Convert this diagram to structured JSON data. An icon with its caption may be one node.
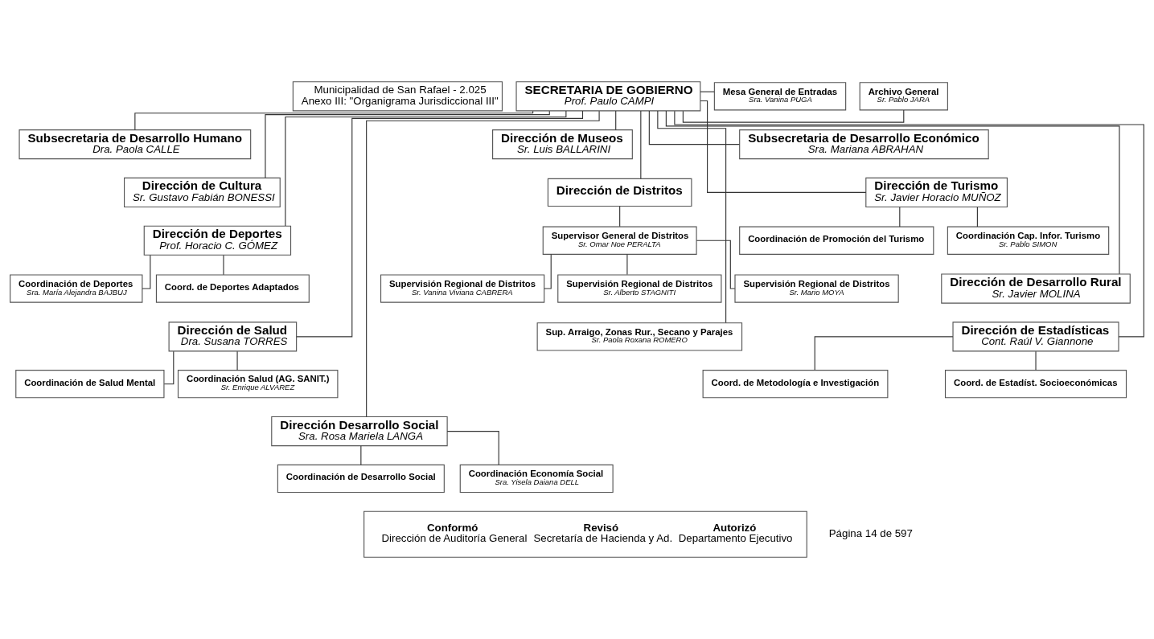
{
  "diagram": {
    "nodes": [
      {
        "text": [
          "Municipalidad de San Rafael - 2.025",
          "Anexo III: \"Organigrama Jurisdiccional III\""
        ]
      },
      {
        "text": [
          "SECRETARIA DE GOBIERNO",
          "Prof. Paulo CAMPI"
        ]
      },
      {
        "text": [
          "Mesa General de Entradas",
          "Sra. Vanina PUGA"
        ]
      },
      {
        "text": [
          "Archivo General",
          "Sr. Pablo JARA"
        ]
      },
      {
        "text": [
          "Subsecretaria de Desarrollo Humano",
          "Dra. Paola CALLE"
        ]
      },
      {
        "text": [
          "Dirección de Cultura",
          "Sr. Gustavo Fabián BONESSI"
        ]
      },
      {
        "text": [
          "Dirección de Deportes",
          "Prof. Horacio C. GÓMEZ"
        ]
      },
      {
        "text": [
          "Coordinación de Deportes",
          "Sra. María Alejandra BAJBUJ"
        ]
      },
      {
        "text": [
          "Coord. de Deportes Adaptados"
        ]
      },
      {
        "text": [
          "Dirección de Salud",
          "Dra. Susana TORRES"
        ]
      },
      {
        "text": [
          "Coordinación de Salud Mental"
        ]
      },
      {
        "text": [
          "Coordinación Salud (AG. SANIT.)",
          "Sr. Enrique ALVAREZ"
        ]
      },
      {
        "text": [
          "Dirección Desarrollo Social",
          "Sra. Rosa Mariela LANGA"
        ]
      },
      {
        "text": [
          "Coordinación de Desarrollo Social"
        ]
      },
      {
        "text": [
          "Coordinación Economía Social",
          "Sra. Yisela Daiana DELL"
        ]
      },
      {
        "text": [
          "Dirección de Museos",
          "Sr. Luis BALLARINI"
        ]
      },
      {
        "text": [
          "Dirección de Distritos"
        ]
      },
      {
        "text": [
          "Supervisor General de Distritos",
          "Sr. Omar Noe PERALTA"
        ]
      },
      {
        "text": [
          "Supervisión Regional de Distritos",
          "Sr. Vanina Viviana CABRERA"
        ]
      },
      {
        "text": [
          "Supervisión Regional de Distritos",
          "Sr. Alberto STAGNITI"
        ]
      },
      {
        "text": [
          "Supervisión Regional de Distritos",
          "Sr. Mario MOYA"
        ]
      },
      {
        "text": [
          "Sup. Arraigo, Zonas Rur., Secano y Parajes",
          "Sr. Paola Roxana ROMERO"
        ]
      },
      {
        "text": [
          "Subsecretaria de Desarrollo Económico",
          "Sra. Mariana ABRAHAN"
        ]
      },
      {
        "text": [
          "Dirección de Turismo",
          "Sr. Javier Horacio MUÑOZ"
        ]
      },
      {
        "text": [
          "Coordinación de Promoción del Turismo"
        ]
      },
      {
        "text": [
          "Coordinación Cap. Infor. Turismo",
          "Sr. Pablo SIMON"
        ]
      },
      {
        "text": [
          "Dirección de Desarrollo Rural",
          "Sr. Javier MOLINA"
        ]
      },
      {
        "text": [
          "Dirección de Estadísticas",
          "Cont. Raúl V. Giannone"
        ]
      },
      {
        "text": [
          "Coord. de Metodología e Investigación"
        ]
      },
      {
        "text": [
          "Coord. de Estadíst. Socioeconómicas"
        ]
      },
      {
        "text": [
          "Conformó",
          "Dirección de Auditoría General",
          "Revisó",
          "Secretaría de Hacienda y Ad.",
          "Autorizó",
          "Departamento Ejecutivo"
        ]
      }
    ],
    "edges": [
      {
        "from": 1,
        "to": 2,
        "arrow": "none"
      },
      {
        "from": 1,
        "to": 3,
        "arrow": "none"
      },
      {
        "from": 1,
        "to": 4,
        "arrow": "none"
      },
      {
        "from": 1,
        "to": 5,
        "arrow": "none"
      },
      {
        "from": 1,
        "to": 6,
        "arrow": "none"
      },
      {
        "from": 6,
        "to": 7,
        "arrow": "none"
      },
      {
        "from": 6,
        "to": 8,
        "arrow": "none"
      },
      {
        "from": 1,
        "to": 9,
        "arrow": "none"
      },
      {
        "from": 9,
        "to": 10,
        "arrow": "none"
      },
      {
        "from": 9,
        "to": 11,
        "arrow": "none"
      },
      {
        "from": 1,
        "to": 12,
        "arrow": "none"
      },
      {
        "from": 12,
        "to": 13,
        "arrow": "none"
      },
      {
        "from": 12,
        "to": 14,
        "arrow": "none"
      },
      {
        "from": 1,
        "to": 15,
        "arrow": "none"
      },
      {
        "from": 1,
        "to": 16,
        "arrow": "none"
      },
      {
        "from": 16,
        "to": 17,
        "arrow": "none"
      },
      {
        "from": 17,
        "to": 18,
        "arrow": "none"
      },
      {
        "from": 17,
        "to": 19,
        "arrow": "none"
      },
      {
        "from": 17,
        "to": 20,
        "arrow": "none"
      },
      {
        "from": 1,
        "to": 21,
        "arrow": "none"
      },
      {
        "from": 1,
        "to": 22,
        "arrow": "none"
      },
      {
        "from": 1,
        "to": 23,
        "arrow": "none"
      },
      {
        "from": 23,
        "to": 24,
        "arrow": "none"
      },
      {
        "from": 23,
        "to": 25,
        "arrow": "none"
      },
      {
        "from": 1,
        "to": 26,
        "arrow": "none"
      },
      {
        "from": 1,
        "to": 27,
        "arrow": "none"
      },
      {
        "from": 27,
        "to": 28,
        "arrow": "none"
      },
      {
        "from": 27,
        "to": 29,
        "arrow": "none"
      }
    ],
    "labels": [
      "Página 14 de 597"
    ]
  }
}
